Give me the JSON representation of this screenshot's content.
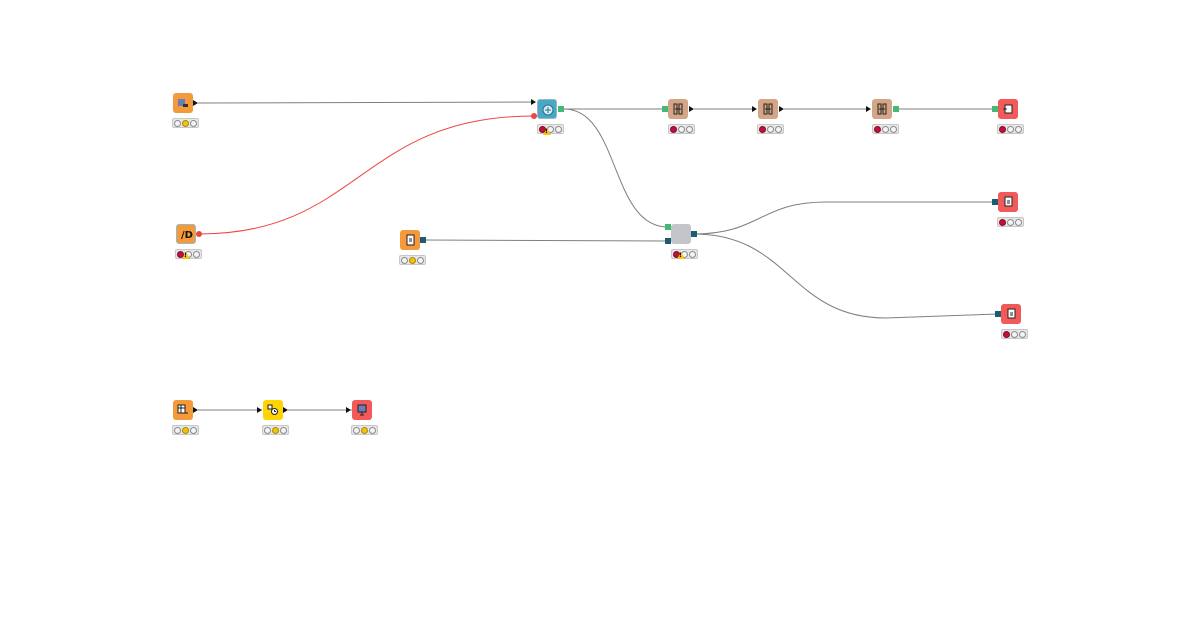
{
  "colors": {
    "source": "#f59a3b",
    "manipulator": "#d4a586",
    "sink": "#f25a5a",
    "flow": "#ffd400",
    "meta": "#c3c5c8",
    "learner": "#4aa8c7",
    "connection": "#7f7f7f",
    "flow_variable_connection": "#ef4444"
  },
  "nodes": [
    {
      "id": "n1",
      "icon": "db-reader-icon",
      "category": "source",
      "status": [
        "off",
        "yellow",
        "off"
      ],
      "warning": false
    },
    {
      "id": "n2",
      "icon": "spark-icon",
      "category": "learner",
      "status": [
        "red",
        "off",
        "off"
      ],
      "warning": true
    },
    {
      "id": "n3",
      "icon": "column-filter-icon",
      "category": "manipulator",
      "status": [
        "red",
        "off",
        "off"
      ],
      "warning": false
    },
    {
      "id": "n4",
      "icon": "column-filter-icon",
      "category": "manipulator",
      "status": [
        "red",
        "off",
        "off"
      ],
      "warning": false
    },
    {
      "id": "n5",
      "icon": "column-filter-icon",
      "category": "manipulator",
      "status": [
        "red",
        "off",
        "off"
      ],
      "warning": false
    },
    {
      "id": "n6",
      "icon": "writer-icon",
      "category": "sink",
      "status": [
        "red",
        "off",
        "off"
      ],
      "warning": false
    },
    {
      "id": "n7",
      "icon": "file-writer-icon",
      "category": "sink",
      "status": [
        "red",
        "off",
        "off"
      ],
      "warning": false
    },
    {
      "id": "n8",
      "icon": "file-writer-icon",
      "category": "sink",
      "status": [
        "red",
        "off",
        "off"
      ],
      "warning": false
    },
    {
      "id": "n9",
      "icon": "flow-variable-icon",
      "category": "meta",
      "glyph": "/D",
      "status": [
        "red",
        "off",
        "off"
      ],
      "warning": true
    },
    {
      "id": "n10",
      "icon": "file-reader-icon",
      "category": "source",
      "status": [
        "off",
        "yellow",
        "off"
      ],
      "warning": false
    },
    {
      "id": "n11",
      "icon": "metanode-icon",
      "category": "meta",
      "status": [
        "red",
        "off",
        "off"
      ],
      "warning": true
    },
    {
      "id": "n12",
      "icon": "table-creator-icon",
      "category": "source",
      "status": [
        "off",
        "yellow",
        "off"
      ],
      "warning": false
    },
    {
      "id": "n13",
      "icon": "timer-icon",
      "category": "flow",
      "status": [
        "off",
        "yellow",
        "off"
      ],
      "warning": false
    },
    {
      "id": "n14",
      "icon": "table-view-icon",
      "category": "sink",
      "status": [
        "off",
        "yellow",
        "off"
      ],
      "warning": false
    }
  ],
  "connections": [
    {
      "from": "n1",
      "to": "n2",
      "kind": "data"
    },
    {
      "from": "n9",
      "to": "n2",
      "kind": "flow_variable"
    },
    {
      "from": "n2",
      "to": "n3",
      "kind": "data"
    },
    {
      "from": "n3",
      "to": "n4",
      "kind": "data"
    },
    {
      "from": "n4",
      "to": "n5",
      "kind": "data"
    },
    {
      "from": "n5",
      "to": "n6",
      "kind": "data"
    },
    {
      "from": "n2",
      "to": "n11",
      "kind": "data"
    },
    {
      "from": "n10",
      "to": "n11",
      "kind": "data"
    },
    {
      "from": "n11",
      "to": "n7",
      "kind": "data"
    },
    {
      "from": "n11",
      "to": "n8",
      "kind": "data"
    },
    {
      "from": "n12",
      "to": "n13",
      "kind": "data"
    },
    {
      "from": "n13",
      "to": "n14",
      "kind": "data"
    }
  ]
}
